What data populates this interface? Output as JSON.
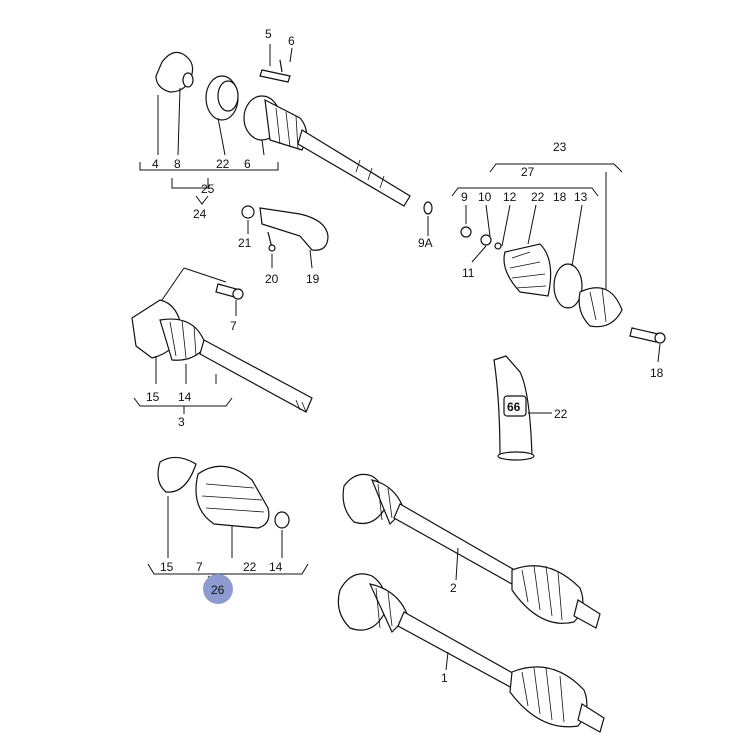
{
  "highlight_color": "#8e9bd1",
  "tube_text": "66",
  "callouts": {
    "c5": "5",
    "c6": "6",
    "g1_4": "4",
    "g1_8": "8",
    "g1_22": "22",
    "g1_6": "6",
    "g1_25": "25",
    "g1_24": "24",
    "c21": "21",
    "c20": "20",
    "c19": "19",
    "c9A": "9A",
    "c23": "23",
    "c27": "27",
    "g2_9": "9",
    "g2_10": "10",
    "g2_12": "12",
    "g2_22": "22",
    "g2_18": "18",
    "g2_13": "13",
    "c11": "11",
    "c18": "18",
    "c7": "7",
    "g3_15": "15",
    "g3_14": "14",
    "g3_3": "3",
    "c22": "22",
    "g4_15": "15",
    "g4_7": "7",
    "g4_22": "22",
    "g4_14": "14",
    "g4_26": "26",
    "c2": "2",
    "c1": "1"
  }
}
